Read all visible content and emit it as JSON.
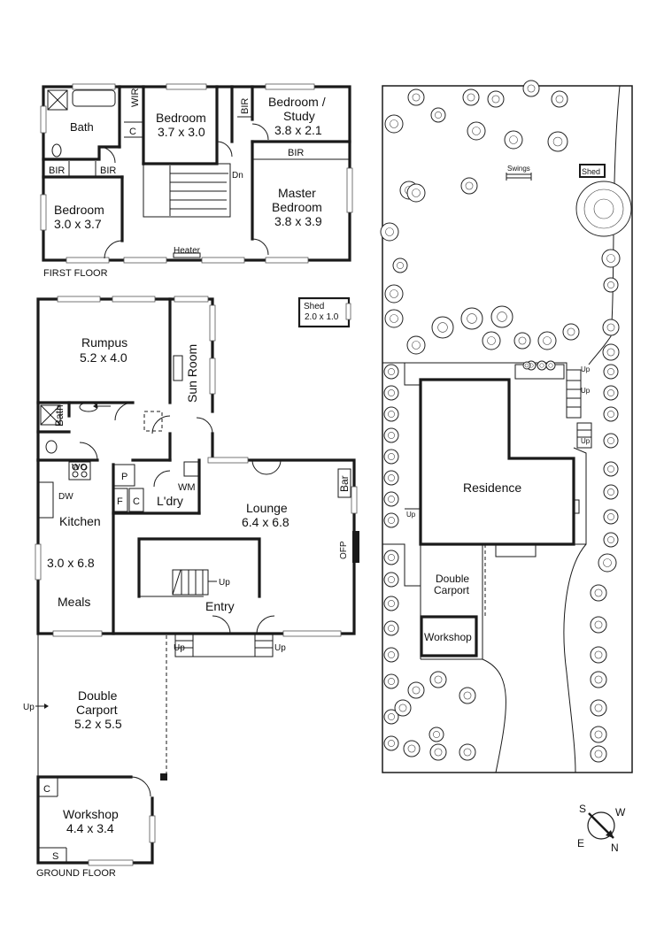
{
  "first_floor": {
    "caption": "FIRST FLOOR",
    "bath": "Bath",
    "wir": "WIR",
    "c": "C",
    "bir_left": "BIR",
    "bir_mid": "BIR",
    "bir_top": "BIR",
    "bir_master": "BIR",
    "bedroom_center_name": "Bedroom",
    "bedroom_center_dims": "3.7 x 3.0",
    "bedroom_study_name1": "Bedroom /",
    "bedroom_study_name2": "Study",
    "bedroom_study_dims": "3.8 x 2.1",
    "bedroom_left_name": "Bedroom",
    "bedroom_left_dims": "3.0 x 3.7",
    "master_name1": "Master",
    "master_name2": "Bedroom",
    "master_dims": "3.8 x 3.9",
    "dn": "Dn",
    "heater": "Heater"
  },
  "ground_floor": {
    "caption": "GROUND FLOOR",
    "shed_name": "Shed",
    "shed_dims": "2.0 x 1.0",
    "rumpus_name": "Rumpus",
    "rumpus_dims": "5.2 x 4.0",
    "sunroom": "Sun Room",
    "bath": "Bath",
    "wo": "WO",
    "dw": "DW",
    "p": "P",
    "f": "F",
    "c": "C",
    "wm": "WM",
    "laundry": "L'dry",
    "kitchen": "Kitchen",
    "kitchen_dims": "3.0 x 6.8",
    "meals": "Meals",
    "lounge_name": "Lounge",
    "lounge_dims": "6.4 x 6.8",
    "bar": "Bar",
    "ofp": "OFP",
    "up_stair": "Up",
    "entry": "Entry",
    "up_left": "Up",
    "up_right": "Up",
    "up_carport": "Up",
    "carport_name1": "Double",
    "carport_name2": "Carport",
    "carport_dims": "5.2 x 5.5",
    "workshop_name": "Workshop",
    "workshop_dims": "4.4 x 3.4",
    "c_ws": "C",
    "s_ws": "S"
  },
  "site_plan": {
    "swings": "Swings",
    "shed": "Shed",
    "residence": "Residence",
    "carport1": "Double",
    "carport2": "Carport",
    "workshop": "Workshop",
    "up1": "Up",
    "up2": "Up",
    "up3": "Up",
    "up4": "Up"
  },
  "compass": {
    "s": "S",
    "w": "W",
    "e": "E",
    "n": "N"
  }
}
